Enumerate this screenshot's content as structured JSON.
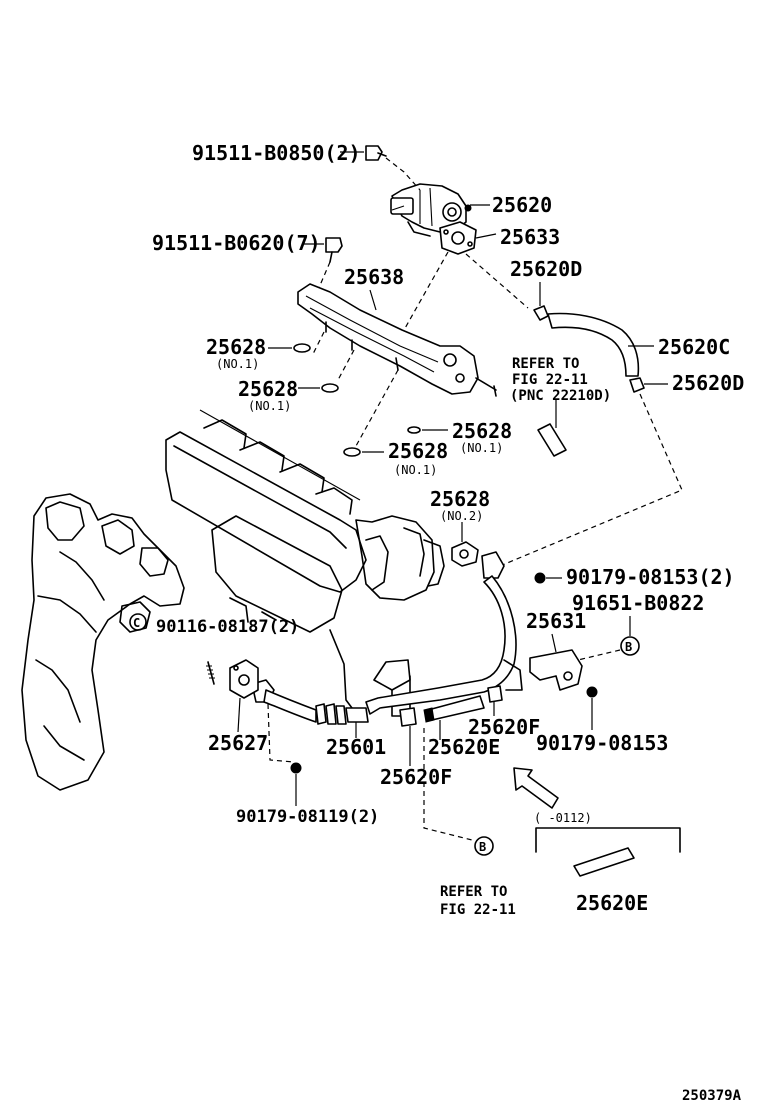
{
  "diagram_id": "250379A",
  "colors": {
    "ink": "#000000",
    "paper": "#ffffff"
  },
  "labels": {
    "bolt_91511_b0850": "91511-B0850(2)",
    "valve_25620": "25620",
    "gasket_25633": "25633",
    "bolt_91511_b0620": "91511-B0620(7)",
    "pipe_25638": "25638",
    "hose_25620d_top": "25620D",
    "hose_25620c": "25620C",
    "hose_25620d_right": "25620D",
    "gasket_25628_a": "25628",
    "gasket_25628_a_note": "(NO.1)",
    "gasket_25628_b": "25628",
    "gasket_25628_b_note": "(NO.1)",
    "gasket_25628_c": "25628",
    "gasket_25628_c_note": "(NO.1)",
    "gasket_25628_d": "25628",
    "gasket_25628_d_note": "(NO.1)",
    "gasket_25628_e": "25628",
    "gasket_25628_e_note": "(NO.2)",
    "refer_top_line1": "REFER TO",
    "refer_top_line2": "FIG 22-11",
    "refer_top_line3": "(PNC 22210D)",
    "nut_90179_08153_2": "90179-08153(2)",
    "bolt_91651_b0822": "91651-B0822",
    "bracket_25631": "25631",
    "stud_90116_08187": "90116-08187(2)",
    "gasket_25627": "25627",
    "pipe_25601": "25601",
    "hose_25620e": "25620E",
    "hose_25620f_right": "25620F",
    "hose_25620f_bottom": "25620F",
    "nut_90179_08153": "90179-08153",
    "nut_90179_08119": "90179-08119(2)",
    "refer_bottom_line1": "REFER TO",
    "refer_bottom_line2": "FIG 22-11",
    "callout_b": "B",
    "callout_c": "C",
    "inset_date": "( -0112)",
    "inset_part": "25620E"
  }
}
